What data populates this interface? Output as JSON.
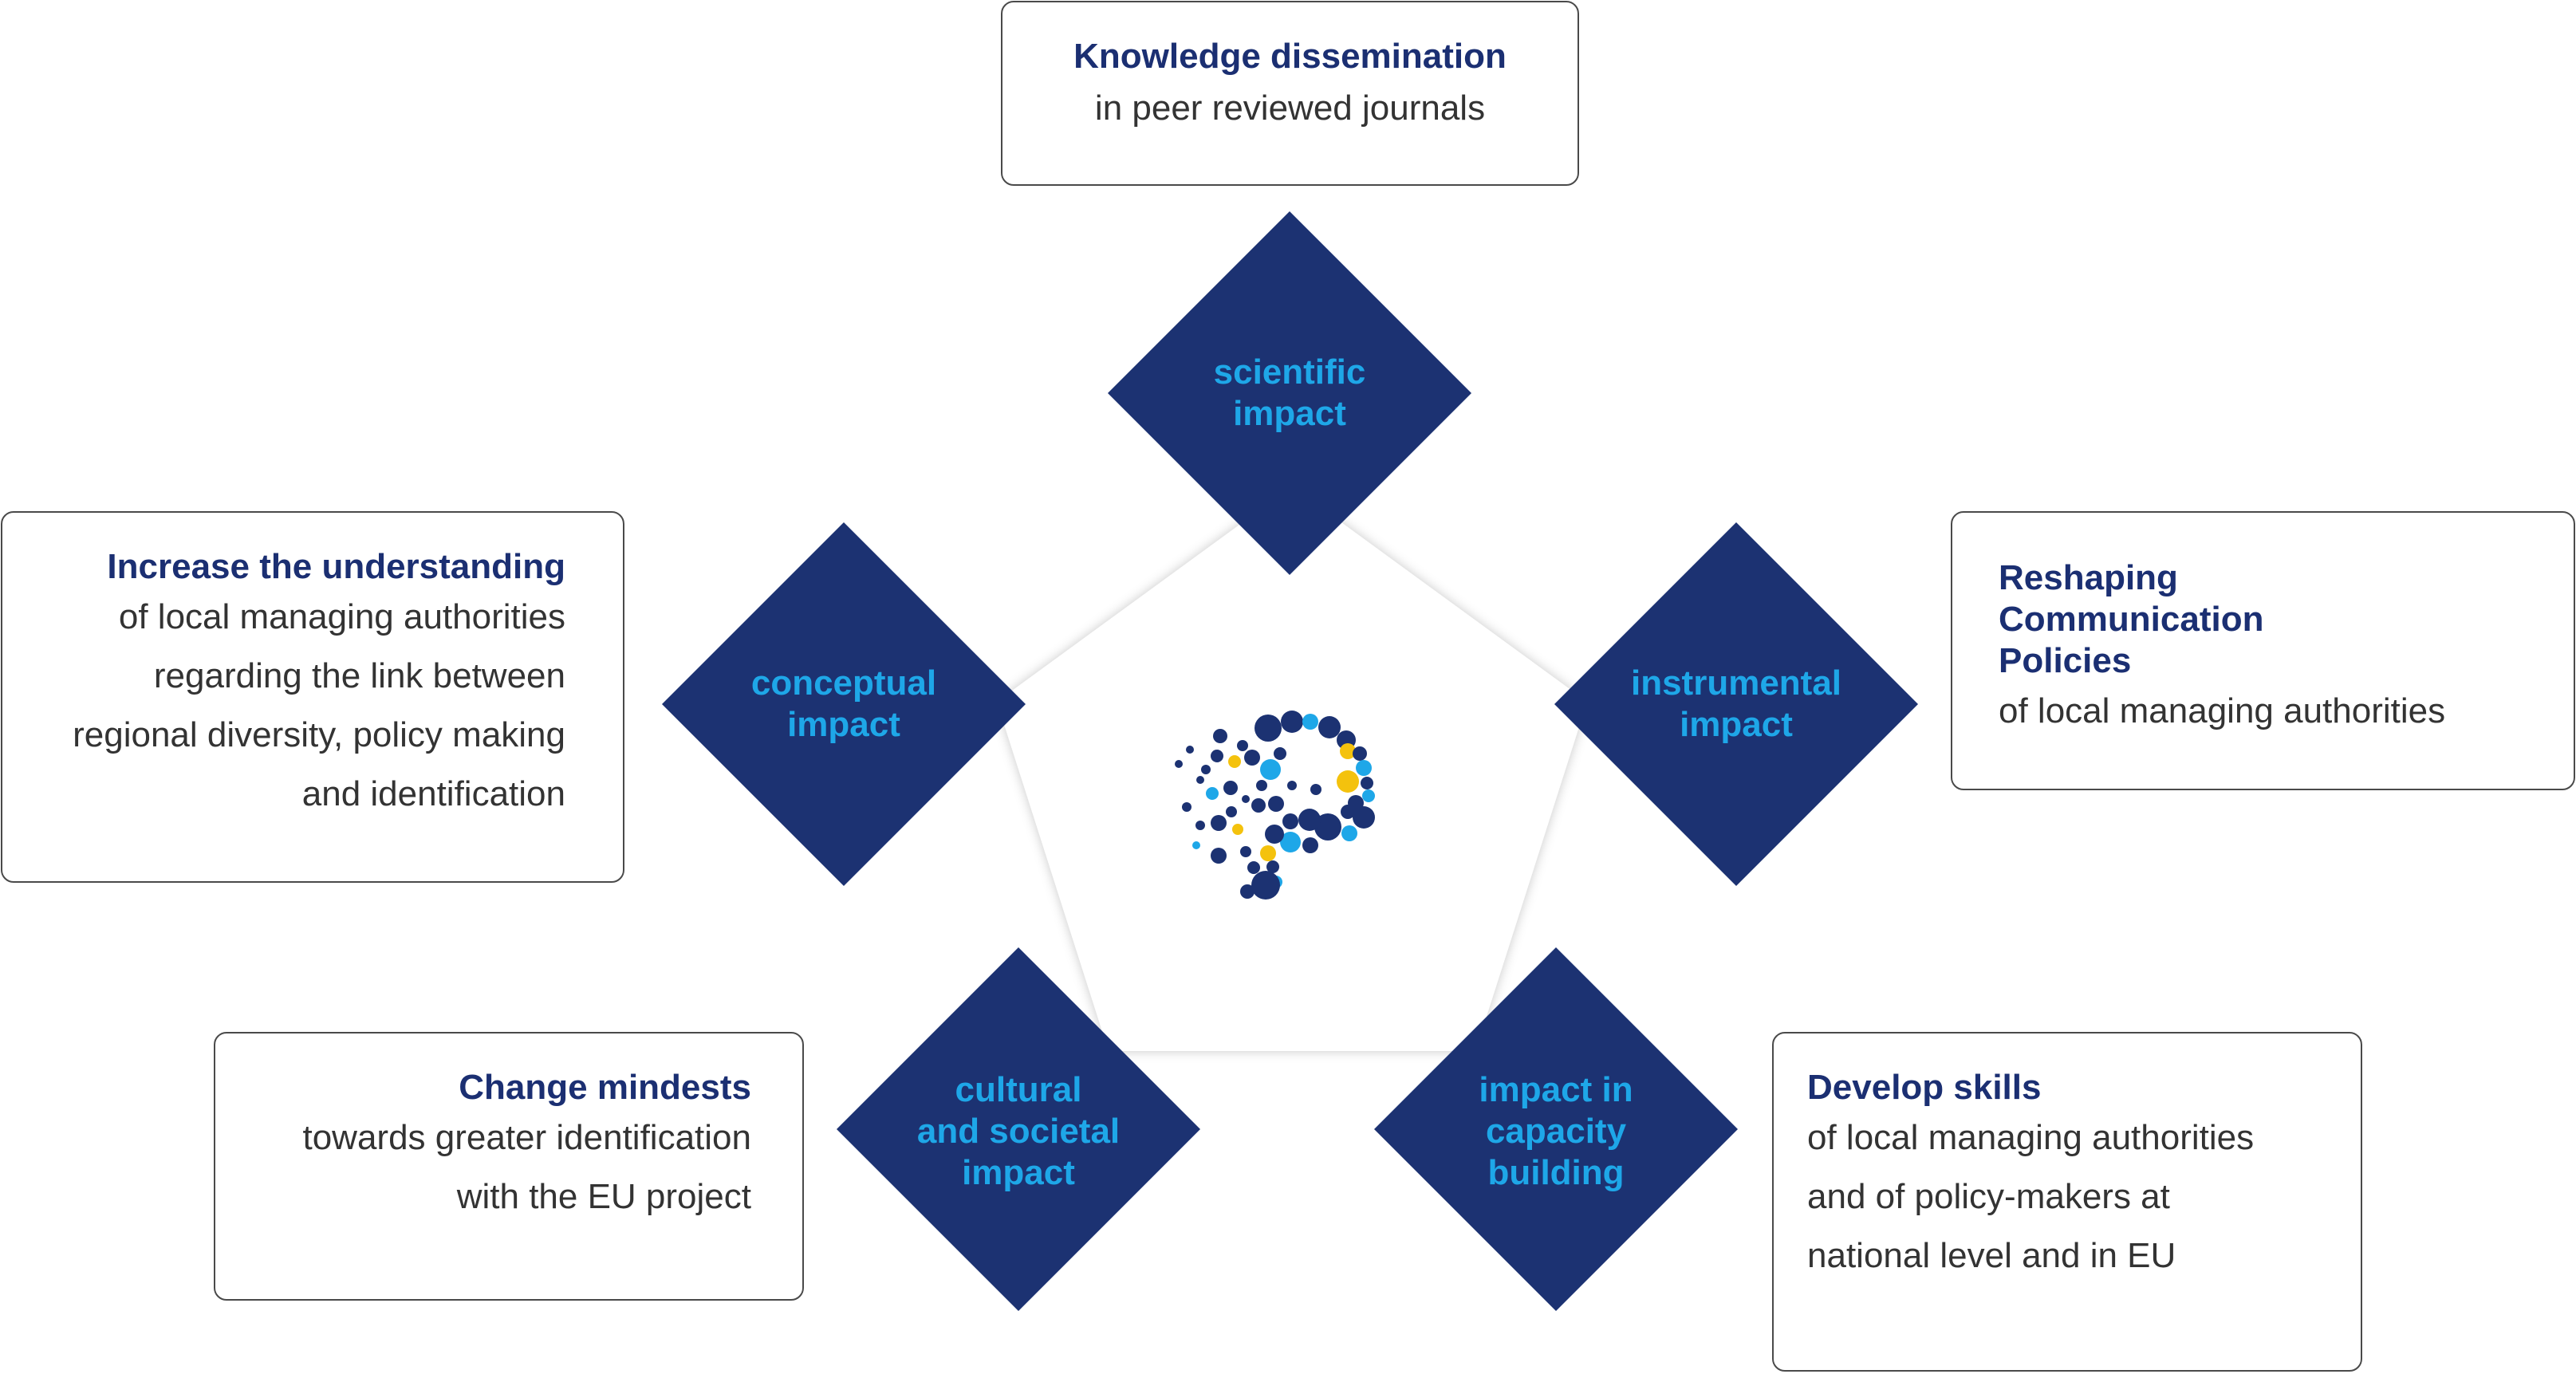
{
  "colors": {
    "navy": "#1b2f72",
    "diamond": "#1c3272",
    "accent_blue": "#1ea7e8",
    "logo_yellow": "#f4c20d",
    "text_dark": "#333333",
    "border": "#4a4a4a"
  },
  "logo_icon": "dot-cluster-p-logo-icon",
  "impacts": {
    "scientific": "scientific\nimpact",
    "conceptual": "conceptual\nimpact",
    "instrumental": "instrumental\nimpact",
    "cultural": "cultural\nand societal\nimpact",
    "capacity": "impact in\ncapacity\nbuilding"
  },
  "boxes": {
    "knowledge": {
      "title": "Knowledge dissemination",
      "body": "in peer reviewed journals"
    },
    "understanding": {
      "title": "Increase the understanding",
      "body": "of local managing authorities\nregarding the link between\nregional diversity, policy making\nand identification"
    },
    "reshaping": {
      "title": "Reshaping\nCommunication\nPolicies",
      "body": "of local managing authorities"
    },
    "mindsets": {
      "title": "Change mindests",
      "body": "towards greater identification\nwith the EU project"
    },
    "skills": {
      "title": "Develop skills",
      "body": "of local managing authorities\nand of policy-makers at\nnational level and in EU"
    }
  }
}
